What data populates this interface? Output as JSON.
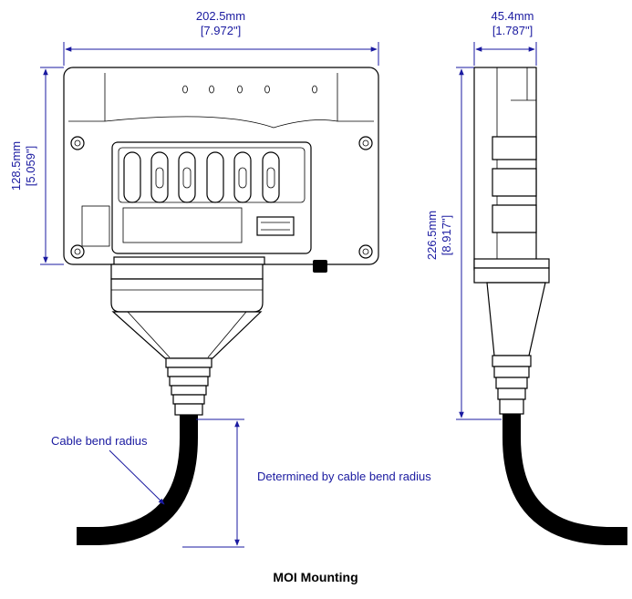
{
  "dimensions": {
    "width_mm": "202.5mm",
    "width_in": "[7.972\"]",
    "depth_mm": "45.4mm",
    "depth_in": "[1.787\"]",
    "height_mm": "128.5mm",
    "height_in": "[5.059\"]",
    "total_height_mm": "226.5mm",
    "total_height_in": "[8.917\"]"
  },
  "annotations": {
    "bend_radius": "Cable bend radius",
    "determined_by": "Determined by cable bend radius"
  },
  "caption": "MOI Mounting",
  "colors": {
    "dimension": "#1a1aa0",
    "outline": "#000000"
  }
}
